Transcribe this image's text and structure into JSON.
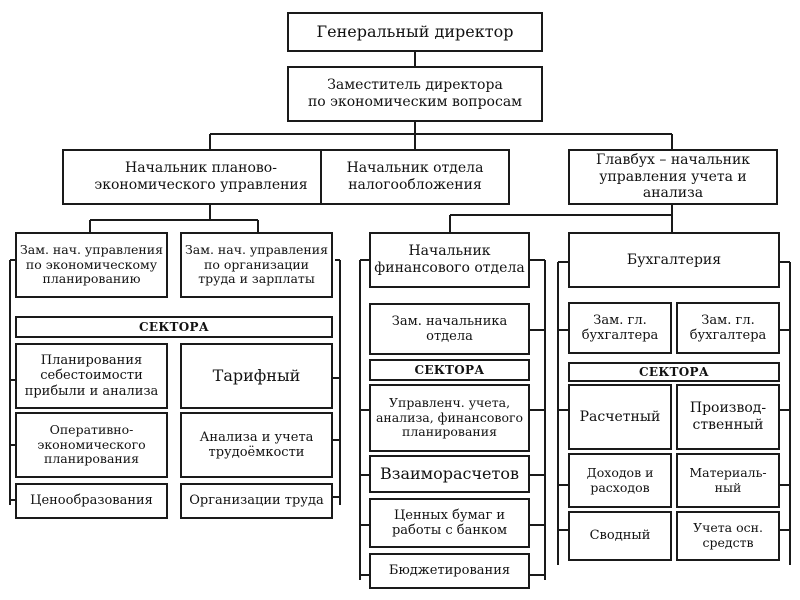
{
  "ceo": "Генеральный директор",
  "deputy": "Заместитель директора\nпо экономическим вопросам",
  "planning": {
    "head": "Начальник планово-\nэкономического управления",
    "deputy_econ": "Зам. нач. управления\nпо экономическому\nпланированию",
    "deputy_labor": "Зам. нач. управления\nпо организации\nтруда и зарплаты",
    "sectors_header": "СЕКТОРА",
    "sectors": {
      "cost": "Планирования\nсебестоимости\nприбыли и анализа",
      "tariff": "Тарифный",
      "operational": "Оперативно-\nэкономического\nпланирования",
      "labor_analysis": "Анализа и учета\nтрудоёмкости",
      "pricing": "Ценообразования",
      "labor_org": "Организации труда"
    }
  },
  "tax": {
    "head": "Начальник отдела\nналогообложения"
  },
  "finance": {
    "head": "Начальник\nфинансового отдела",
    "deputy": "Зам. начальника\nотдела",
    "sectors_header": "СЕКТОРА",
    "sectors": {
      "management": "Управленч. учета,\nанализа, финансового\nпланирования",
      "settlements": "Взаиморасчетов",
      "securities": "Ценных бумаг и\nработы с банком",
      "budgeting": "Бюджетирования"
    }
  },
  "accounting": {
    "head": "Главбух – начальник\nуправления учета и анализа",
    "dept": "Бухгалтерия",
    "deputy1": "Зам. гл.\nбухгалтера",
    "deputy2": "Зам. гл.\nбухгалтера",
    "sectors_header": "СЕКТОРА",
    "sectors": {
      "settlement": "Расчетный",
      "production": "Производ-\nственный",
      "income": "Доходов и\nрасходов",
      "material": "Материаль-\nный",
      "summary": "Сводный",
      "fixed_assets": "Учета осн.\nсредств"
    }
  }
}
